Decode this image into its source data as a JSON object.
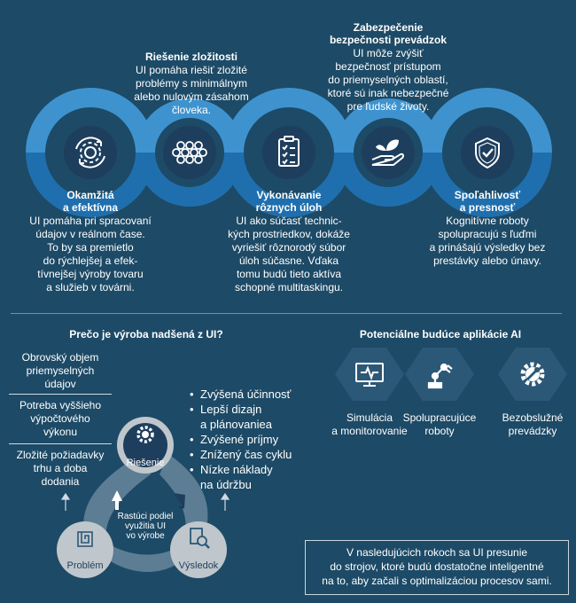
{
  "colors": {
    "background": "#1d4a66",
    "wave_light": "#3e93cf",
    "wave_dark": "#1f6fae",
    "icon_circle": "#1e3e5d",
    "app_box": "#2c5878",
    "cycle_circle": "#bfc7cc",
    "cycle_arc": "#5c7d94"
  },
  "wave": {
    "items": [
      {
        "icon": "gear-cycle-icon",
        "title_1": "Okamžitá",
        "title_2": "a efektívna",
        "text": [
          "UI pomáha pri spracovaní",
          "údajov v reálnom čase.",
          "To by sa premietlo",
          "do rýchlejšej a efek-",
          "tívnejšej výroby tovaru",
          "a služieb v továrni."
        ]
      },
      {
        "icon": "network-nodes-icon",
        "title_1": "Riešenie zložitosti",
        "title_2": "",
        "text": [
          "UI pomáha riešiť zložité",
          "problémy s minimálnym",
          "alebo nulovým zásahom",
          "človeka."
        ]
      },
      {
        "icon": "checklist-icon",
        "title_1": "Vykonávanie",
        "title_2": "rôznych úloh",
        "text": [
          "UI ako súčasť technic-",
          "kých prostriedkov, dokáže",
          "vyriešiť rôznorodý súbor",
          "úloh súčasne. Vďaka",
          "tomu budú tieto aktíva",
          "schopné multitaskingu."
        ]
      },
      {
        "icon": "hand-plant-icon",
        "title_1": "Zabezpečenie",
        "title_2": "bezpečnosti prevádzok",
        "text": [
          "UI môže zvýšiť",
          "bezpečnosť prístupom",
          "do priemyselných oblastí,",
          "ktoré sú inak nebezpečné",
          "pre ľudské životy."
        ]
      },
      {
        "icon": "shield-check-icon",
        "title_1": "Spoľahlivosť",
        "title_2": "a presnosť",
        "text": [
          "Kognitívne roboty",
          "spolupracujú s ľuďmi",
          "a prinášajú výsledky bez",
          "prestávky alebo únavy."
        ]
      }
    ]
  },
  "why": {
    "heading": "Prečo je výroba nadšená z UI?",
    "reasons": [
      [
        "Obrovský objem",
        "priemyselných",
        "údajov"
      ],
      [
        "Potreba vyššieho",
        "výpočtového",
        "výkonu"
      ],
      [
        "Zložité požiadavky",
        "trhu a doba",
        "dodania"
      ]
    ],
    "benefits": [
      [
        "Zvýšená účinnosť"
      ],
      [
        "Lepší dizajn",
        "a plánovaniea"
      ],
      [
        "Zvýšené príjmy"
      ],
      [
        "Znížený čas cyklu"
      ],
      [
        "Nízke náklady",
        "na údržbu"
      ]
    ],
    "cycle": {
      "solution": "Riešenie",
      "problem": "Problém",
      "result": "Výsledok",
      "center": [
        "Rastúci podiel",
        "využitia UI",
        "vo výrobe"
      ]
    }
  },
  "future": {
    "heading": "Potenciálne budúce aplikácie AI",
    "apps": [
      {
        "icon": "monitor-pulse-icon",
        "label": [
          "Simulácia",
          "a monitorovanie"
        ]
      },
      {
        "icon": "robot-arm-icon",
        "label": [
          "Spolupracujúce",
          "roboty"
        ]
      },
      {
        "icon": "gear-wrench-icon",
        "label": [
          "Bezobslužné",
          "prevádzky"
        ]
      }
    ]
  },
  "footer": [
    "V nasledujúcich rokoch sa UI presunie",
    "do strojov, ktoré budú dostatočne inteligentné",
    "na to, aby začali s optimalizáciou procesov sami."
  ]
}
